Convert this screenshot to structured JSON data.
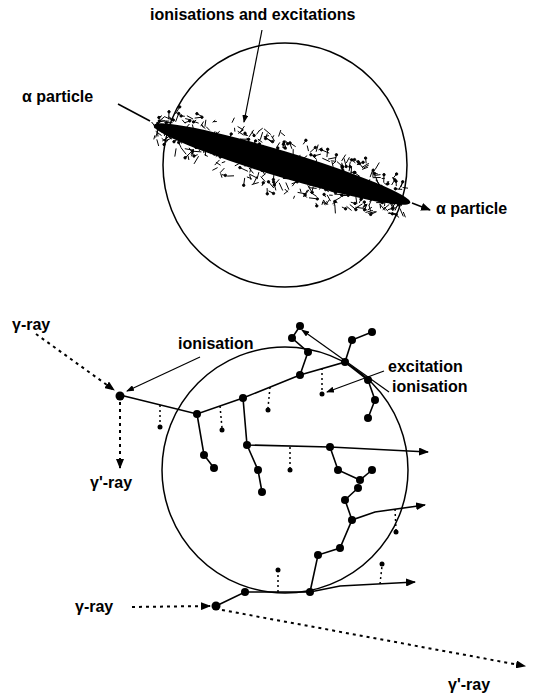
{
  "diagram": {
    "labels": [
      "ionisations and excitations",
      "α particle",
      "α particle",
      "γ-ray",
      "ionisation",
      "excitation",
      "ionisation",
      "γ'-ray",
      "γ-ray",
      "γ'-ray"
    ]
  }
}
